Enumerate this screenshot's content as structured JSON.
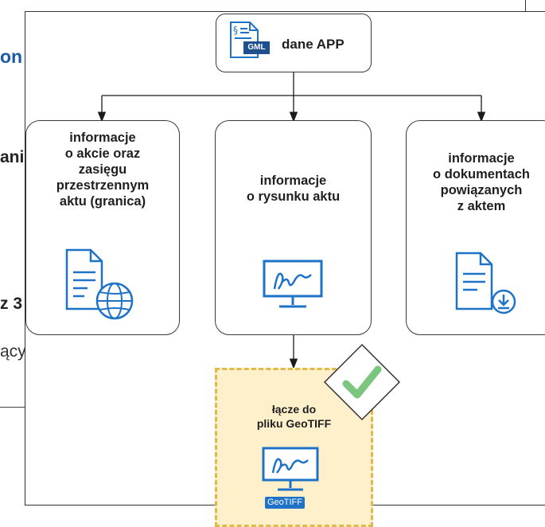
{
  "background_fragments": {
    "heading_fragment": "on",
    "bold_fragment_1": "ani",
    "bold_fragment_2": "z 3",
    "plain_fragment": "ący"
  },
  "diagram": {
    "source": {
      "label": "dane APP",
      "icon": "gml-document-icon",
      "badge": "GML"
    },
    "boxes": [
      {
        "label": "informacje\no akcie oraz\nzasięgu\nprzestrzennym\naktu (granica)",
        "icon": "document-globe-icon"
      },
      {
        "label": "informacje\no rysunku aktu",
        "icon": "monitor-signature-icon"
      },
      {
        "label": "informacje\no dokumentach\npowiązanych\nz aktem",
        "icon": "document-download-icon"
      }
    ],
    "link": {
      "label": "łącze do\npliku GeoTIFF",
      "icon": "monitor-signature-icon",
      "badge": "GeoTIFF",
      "status_icon": "checkmark-icon"
    },
    "colors": {
      "icon_blue": "#1e73c8",
      "link_fill": "#fdf0cb",
      "link_border": "#e2b84a",
      "check_green": "#7bc67e"
    }
  }
}
